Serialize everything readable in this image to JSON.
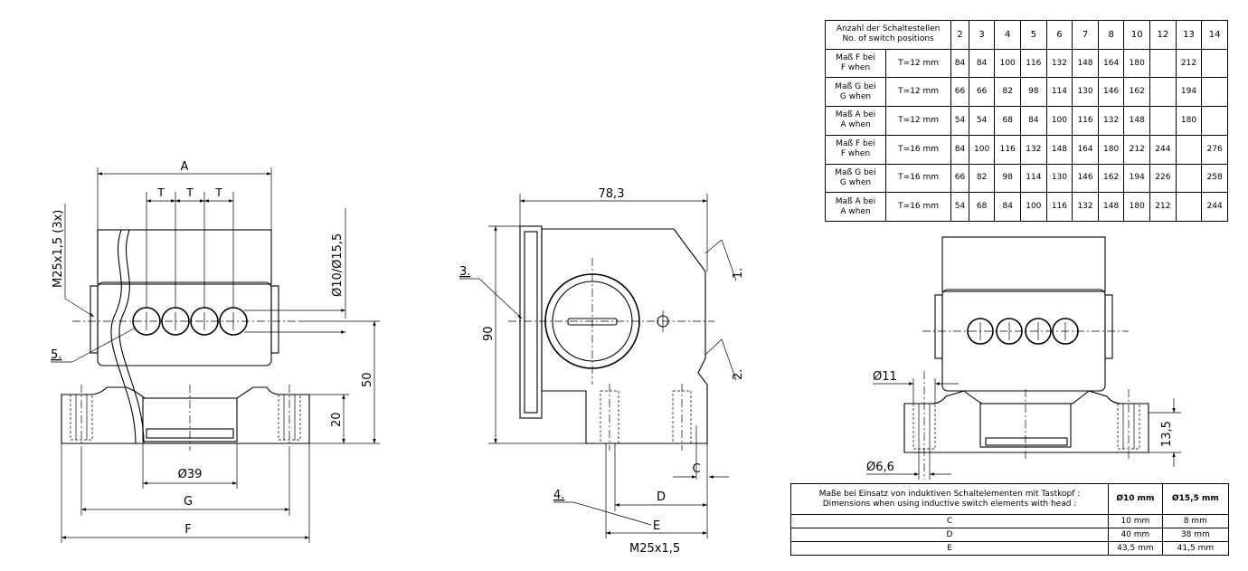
{
  "labels": {
    "A": "A",
    "T": "T",
    "mthread3x": "M25x1,5 (3x)",
    "diam10_15": "Ø10/Ø15,5",
    "ref5": "5.",
    "d50": "50",
    "d20": "20",
    "d39": "Ø39",
    "G": "G",
    "F": "F",
    "w78": "78,3",
    "ref3": "3.",
    "ref1": "1.",
    "ref2": "2.",
    "d90": "90",
    "ref4": "4.",
    "C": "C",
    "D": "D",
    "E": "E",
    "m25": "M25x1,5",
    "d11": "Ø11",
    "d66": "Ø6,6",
    "d135": "13,5"
  },
  "table1": {
    "header_line1": "Anzahl der Schaltestellen",
    "header_line2": "No. of switch positions",
    "columns": [
      "2",
      "3",
      "4",
      "5",
      "6",
      "7",
      "8",
      "10",
      "12",
      "13",
      "14"
    ],
    "rows": [
      {
        "l1": "Maß F bei",
        "l2": "F when",
        "t": "T=12 mm",
        "v": [
          "84",
          "84",
          "100",
          "116",
          "132",
          "148",
          "164",
          "180",
          "",
          "212",
          ""
        ]
      },
      {
        "l1": "Maß G bei",
        "l2": "G when",
        "t": "T=12 mm",
        "v": [
          "66",
          "66",
          "82",
          "98",
          "114",
          "130",
          "146",
          "162",
          "",
          "194",
          ""
        ]
      },
      {
        "l1": "Maß A bei",
        "l2": "A when",
        "t": "T=12 mm",
        "v": [
          "54",
          "54",
          "68",
          "84",
          "100",
          "116",
          "132",
          "148",
          "",
          "180",
          ""
        ]
      },
      {
        "l1": "Maß F bei",
        "l2": "F when",
        "t": "T=16 mm",
        "v": [
          "84",
          "100",
          "116",
          "132",
          "148",
          "164",
          "180",
          "212",
          "244",
          "",
          "276"
        ]
      },
      {
        "l1": "Maß G bei",
        "l2": "G when",
        "t": "T=16 mm",
        "v": [
          "66",
          "82",
          "98",
          "114",
          "130",
          "146",
          "162",
          "194",
          "226",
          "",
          "258"
        ]
      },
      {
        "l1": "Maß A bei",
        "l2": "A when",
        "t": "T=16 mm",
        "v": [
          "54",
          "68",
          "84",
          "100",
          "116",
          "132",
          "148",
          "180",
          "212",
          "",
          "244"
        ]
      }
    ]
  },
  "table2": {
    "header_line1": "Maße bei Einsatz von induktiven Schaltelementen mit Tastkopf :",
    "header_line2": "Dimensions when using inductive switch elements with head :",
    "col1": "Ø10 mm",
    "col2": "Ø15,5 mm",
    "rows": [
      {
        "label": "C",
        "v1": "10 mm",
        "v2": "8 mm"
      },
      {
        "label": "D",
        "v1": "40 mm",
        "v2": "38 mm"
      },
      {
        "label": "E",
        "v1": "43,5 mm",
        "v2": "41,5 mm"
      }
    ]
  }
}
